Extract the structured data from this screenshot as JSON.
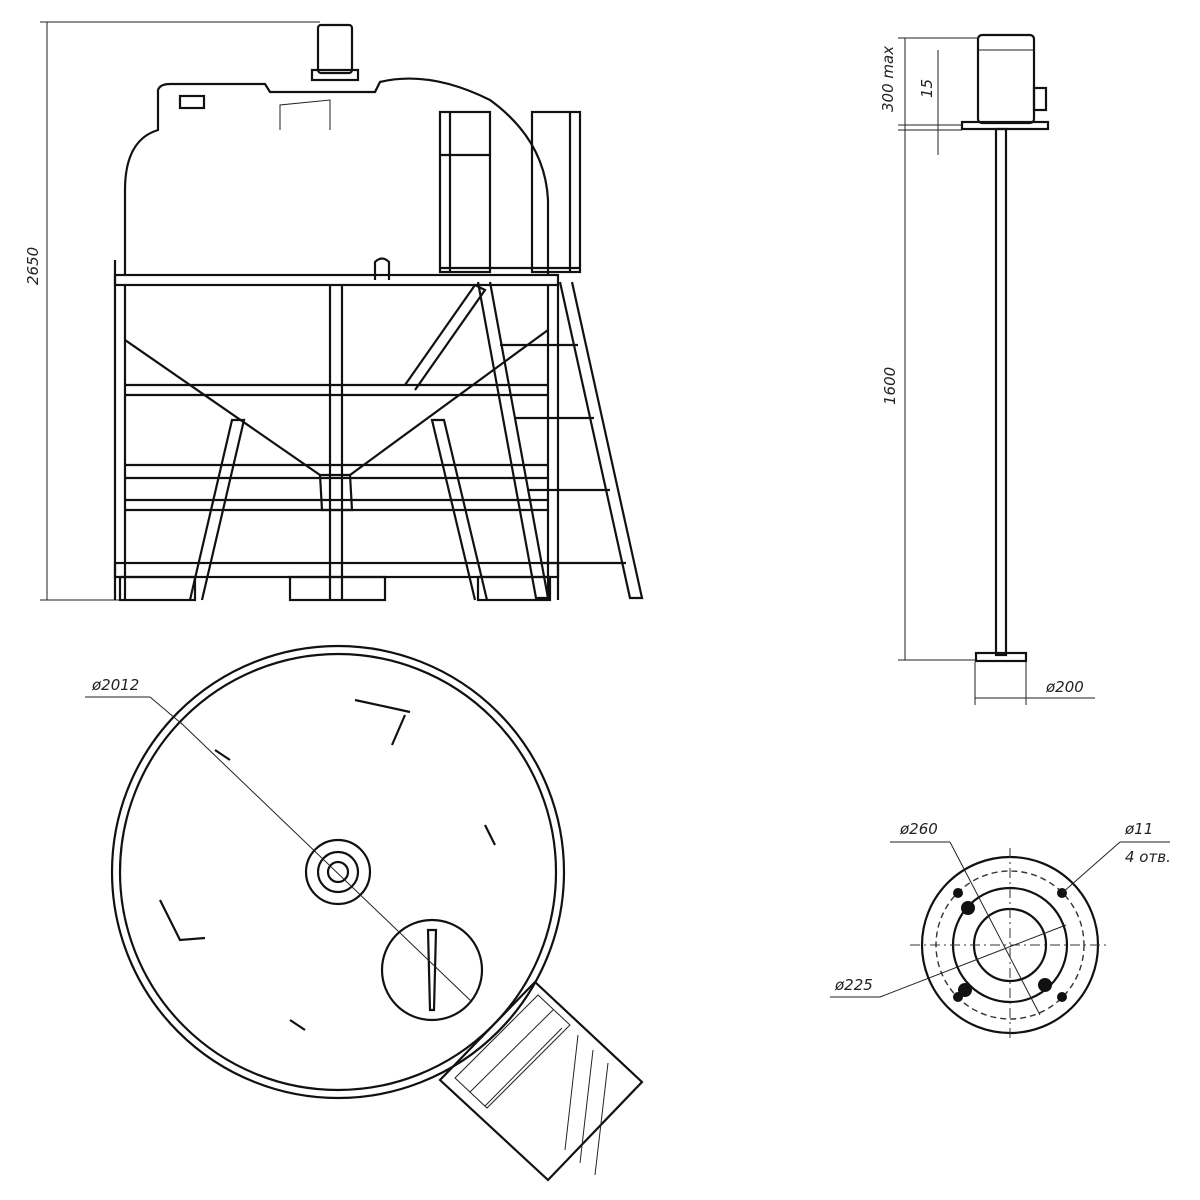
{
  "front_view": {
    "height_dim": "2650"
  },
  "agitator_view": {
    "motor_gap_dim": "300 max",
    "flange_dim": "15",
    "shaft_length_dim": "1600",
    "impeller_dia_dim": "ø200"
  },
  "top_view": {
    "tank_dia_dim": "ø2012"
  },
  "flange_view": {
    "outer_dia_dim": "ø260",
    "hole_dia_dim": "ø11",
    "hole_count": "4 отв.",
    "bolt_circle_dim": "ø225"
  }
}
